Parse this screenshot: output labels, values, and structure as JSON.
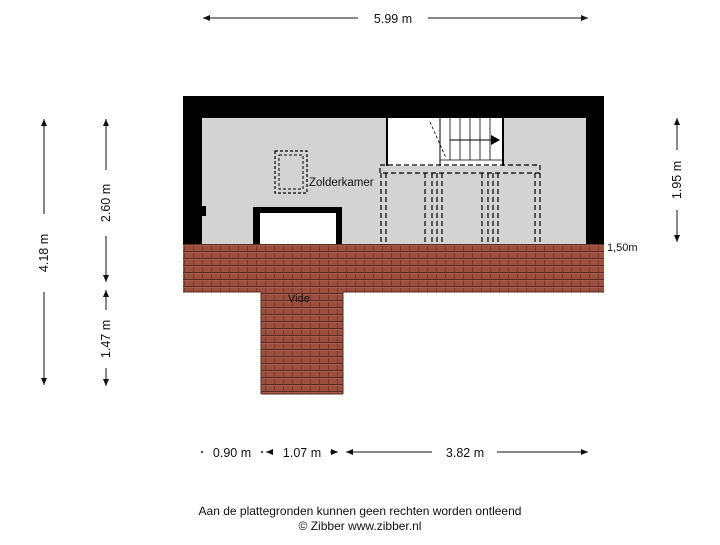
{
  "plan": {
    "room_label": "Zolderkamer",
    "void_label": "Vide",
    "height_marker": "1,50m"
  },
  "dimensions": {
    "top_width": "5.99 m",
    "left_total": "4.18 m",
    "left_upper": "2.60 m",
    "left_lower": "1.47 m",
    "right_height": "1.95 m",
    "bottom_segment_1": "0.90 m",
    "bottom_segment_2": "1.07 m",
    "bottom_segment_3": "3.82 m"
  },
  "footer": {
    "disclaimer": "Aan de plattegronden kunnen geen rechten worden ontleend",
    "copyright": "© Zibber www.zibber.nl"
  },
  "colors": {
    "wall": "#000000",
    "floor": "#d3d3d3",
    "roof_tile": "#9b4f3f",
    "roof_tile_line": "#5b2a20"
  }
}
